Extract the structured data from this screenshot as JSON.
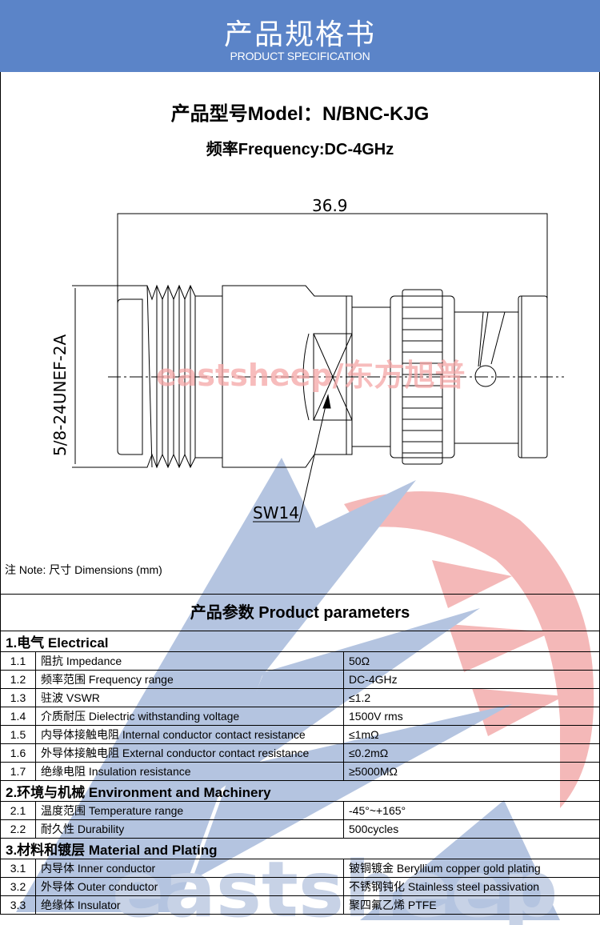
{
  "header": {
    "title": "产品规格书",
    "subtitle": "PRODUCT SPECIFICATION",
    "bg_color": "#5b84c8"
  },
  "product": {
    "model_line": "产品型号Model：N/BNC-KJG",
    "frequency_line": "频率Frequency:DC-4GHz"
  },
  "drawing": {
    "length_dimension": "36.9",
    "thread_label": "5/8-24UNEF-2A",
    "wrench_label": "SW14",
    "watermark_text": "eastsheep/东方旭普"
  },
  "note": "注 Note:  尺寸 Dimensions (mm)",
  "params": {
    "title": "产品参数 Product parameters",
    "sections": [
      {
        "label": "1.电气 Electrical",
        "rows": [
          {
            "num": "1.1",
            "desc": "阻抗 Impedance",
            "value": "50Ω"
          },
          {
            "num": "1.2",
            "desc": "频率范围 Frequency range",
            "value": "DC-4GHz"
          },
          {
            "num": "1.3",
            "desc": "驻波 VSWR",
            "value": "≤1.2"
          },
          {
            "num": "1.4",
            "desc": "介质耐压 Dielectric withstanding voltage",
            "value": "1500V rms"
          },
          {
            "num": "1.5",
            "desc": "内导体接触电阻 Internal conductor contact resistance",
            "value": "≤1mΩ"
          },
          {
            "num": "1.6",
            "desc": "外导体接触电阻 External conductor contact resistance",
            "value": "≤0.2mΩ"
          },
          {
            "num": "1.7",
            "desc": "绝缘电阻  Insulation resistance",
            "value": "≥5000MΩ"
          }
        ]
      },
      {
        "label": "2.环境与机械 Environment and Machinery",
        "rows": [
          {
            "num": "2.1",
            "desc": "温度范围 Temperature range",
            "value": "-45°~+165°"
          },
          {
            "num": "2.2",
            "desc": "耐久性 Durability",
            "value": "500cycles"
          }
        ]
      },
      {
        "label": "3.材料和镀层 Material and Plating",
        "rows": [
          {
            "num": "3.1",
            "desc": "内导体 Inner conductor",
            "value": "铍铜镀金 Beryllium copper gold plating"
          },
          {
            "num": "3.2",
            "desc": "外导体 Outer conductor",
            "value": "不锈钢钝化 Stainless steel passivation"
          },
          {
            "num": "3.3",
            "desc": "绝缘体 Insulator",
            "value": "聚四氟乙烯 PTFE"
          }
        ]
      }
    ]
  },
  "watermark": {
    "brand_text": "eastsheep",
    "blue": "#b4c4e0",
    "red": "#f4b8b8"
  }
}
